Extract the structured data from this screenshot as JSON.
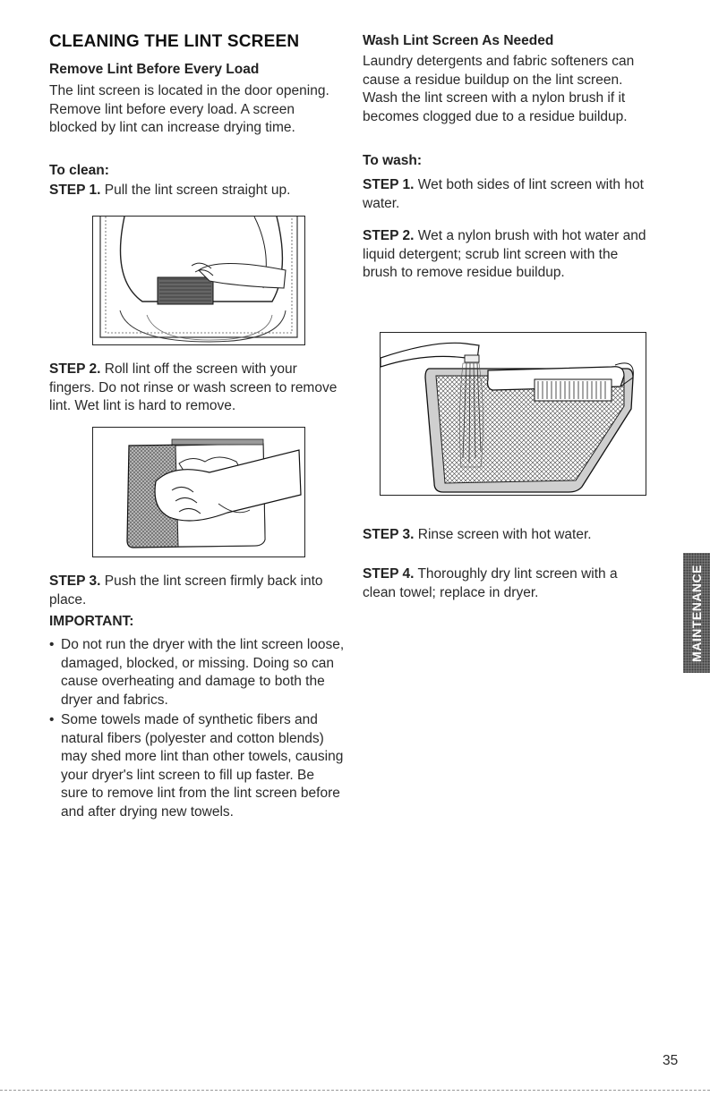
{
  "left": {
    "title": "CLEANING THE LINT SCREEN",
    "remove_heading": "Remove Lint Before Every Load",
    "remove_body": "The lint screen is located in the door opening. Remove lint before every load. A screen blocked by lint can increase drying time.",
    "to_clean": "To clean:",
    "step1_label": "STEP 1.",
    "step1_text": " Pull the lint screen straight up.",
    "step2_label": "STEP 2.",
    "step2_text": " Roll lint off the screen with your fingers. Do not rinse or wash screen to remove lint. Wet lint is hard to remove.",
    "step3_label": "STEP 3.",
    "step3_text": " Push the lint screen firmly back into place.",
    "important": "IMPORTANT:",
    "bullets": [
      "Do not run the dryer with the lint screen loose, damaged, blocked, or missing. Doing so can cause overheating and damage to both the dryer and fabrics.",
      "Some towels made of synthetic fibers and natural fibers (polyester and cotton blends) may shed more lint than other towels, causing your dryer's lint screen to fill up faster. Be sure to remove lint from the lint screen before and after drying new towels."
    ]
  },
  "right": {
    "wash_heading": "Wash Lint Screen As Needed",
    "wash_body": "Laundry detergents and fabric softeners can cause a residue buildup on the lint screen. Wash the lint screen with a nylon brush if it becomes clogged due to a residue buildup.",
    "to_wash": "To wash:",
    "step1_label": "STEP 1.",
    "step1_text": " Wet both sides of lint screen with hot water.",
    "step2_label": "STEP 2.",
    "step2_text": " Wet a nylon brush with hot water and liquid detergent; scrub lint screen with the brush to remove residue buildup.",
    "step3_label": "STEP 3.",
    "step3_text": " Rinse screen with hot water.",
    "step4_label": "STEP 4.",
    "step4_text": " Thoroughly dry lint screen with a clean towel; replace in dryer."
  },
  "side_tab": "MAINTENANCE",
  "page_number": "35"
}
